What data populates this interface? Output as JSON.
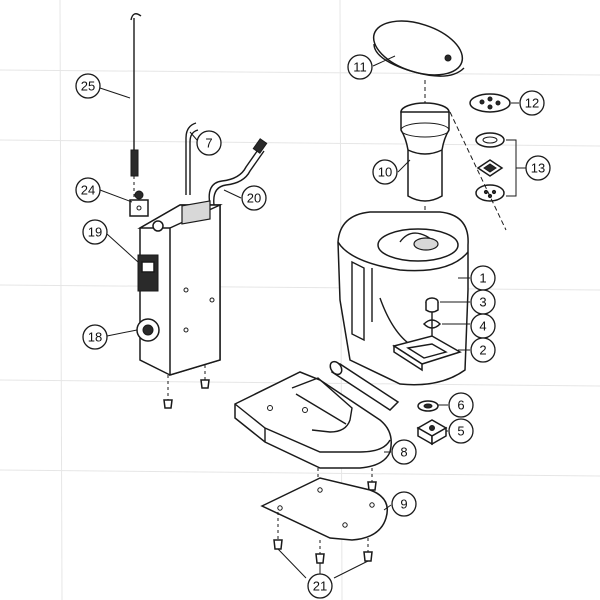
{
  "diagram": {
    "callouts": [
      {
        "id": "c1",
        "label": "1"
      },
      {
        "id": "c2",
        "label": "2"
      },
      {
        "id": "c3",
        "label": "3"
      },
      {
        "id": "c4",
        "label": "4"
      },
      {
        "id": "c5",
        "label": "5"
      },
      {
        "id": "c6",
        "label": "6"
      },
      {
        "id": "c7",
        "label": "7"
      },
      {
        "id": "c8",
        "label": "8"
      },
      {
        "id": "c9",
        "label": "9"
      },
      {
        "id": "c10",
        "label": "10"
      },
      {
        "id": "c11",
        "label": "11"
      },
      {
        "id": "c12",
        "label": "12"
      },
      {
        "id": "c13",
        "label": "13"
      },
      {
        "id": "c18",
        "label": "18"
      },
      {
        "id": "c19",
        "label": "19"
      },
      {
        "id": "c20",
        "label": "20"
      },
      {
        "id": "c21",
        "label": "21"
      },
      {
        "id": "c24",
        "label": "24"
      },
      {
        "id": "c25",
        "label": "25"
      }
    ]
  }
}
